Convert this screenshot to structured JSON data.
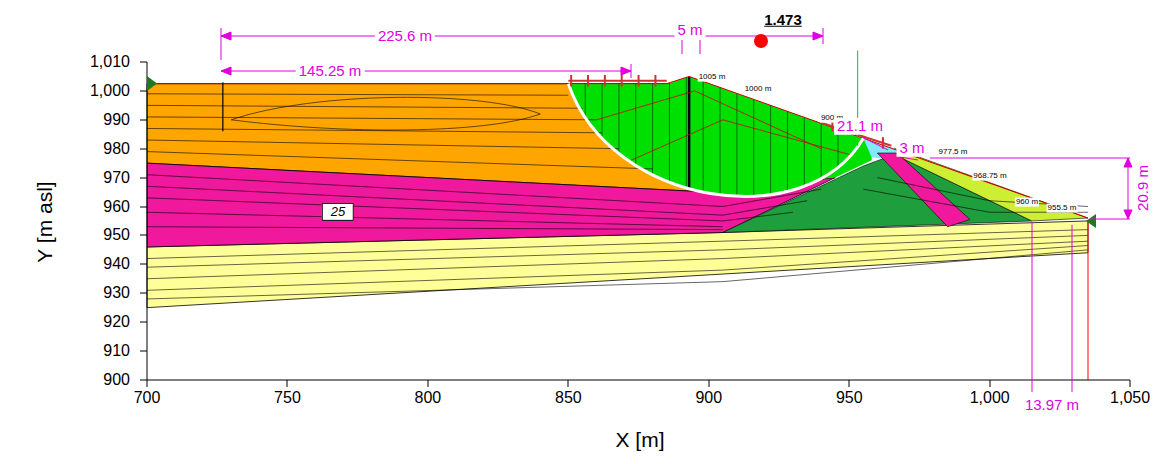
{
  "diagram": {
    "labels": [
      "225.6 m",
      "145.25 m",
      "5 m",
      "1.473",
      "1005 m",
      "1000 m",
      "900 m",
      "21.1 m",
      "3 m",
      "977.5 m",
      "968.75 m",
      "960 m",
      "955.5 m",
      "20.9 m",
      "13.97 m",
      "25",
      "1,010",
      "1,000",
      "990",
      "980",
      "970",
      "960",
      "950",
      "940",
      "930",
      "920",
      "910",
      "900",
      "700",
      "750",
      "800",
      "850",
      "900",
      "950",
      "1,000",
      "1,050",
      "Y [m asl]",
      "X [m]"
    ]
  }
}
